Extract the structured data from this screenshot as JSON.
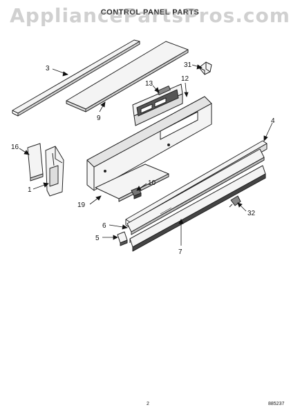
{
  "watermark": "AppliancePartsPros.com",
  "header": {
    "title": "CONTROL PANEL PARTS",
    "models_line": "",
    "subtitle_line": ""
  },
  "callouts": {
    "c1": "1",
    "c3": "3",
    "c4": "4",
    "c5": "5",
    "c6": "6",
    "c7": "7",
    "c9": "9",
    "c10": "10",
    "c12": "12",
    "c13": "13",
    "c16": "16",
    "c19": "19",
    "c31": "31",
    "c32": "32"
  },
  "footer": {
    "page": "2",
    "code": "885237"
  },
  "colors": {
    "line": "#222222",
    "panel": "#f4f4f4",
    "dark": "#555555"
  }
}
